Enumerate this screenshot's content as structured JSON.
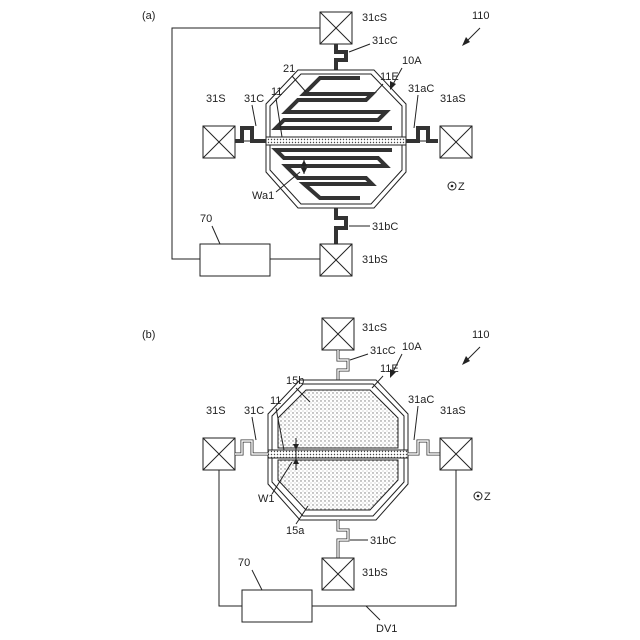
{
  "figure_number": "110",
  "panel_a": {
    "panel_label": "(a)",
    "labels": {
      "s_top": "31cS",
      "c_top": "31cC",
      "element": "10A",
      "electrode": "11E",
      "ref_21": "21",
      "ref_11": "11",
      "s_left": "31S",
      "c_left": "31C",
      "c_right": "31aC",
      "s_right": "31aS",
      "width": "Wa1",
      "axis": "Z",
      "c_bottom": "31bC",
      "s_bottom": "31bS",
      "controller": "70"
    }
  },
  "panel_b": {
    "panel_label": "(b)",
    "labels": {
      "s_top": "31cS",
      "c_top": "31cC",
      "element": "10A",
      "electrode": "11E",
      "ref_15b": "15b",
      "ref_11": "11",
      "s_left": "31S",
      "c_left": "31C",
      "c_right": "31aC",
      "s_right": "31aS",
      "width": "W1",
      "ref_15a": "15a",
      "axis": "Z",
      "c_bottom": "31bC",
      "s_bottom": "31bS",
      "controller": "70",
      "wire": "DV1"
    }
  }
}
